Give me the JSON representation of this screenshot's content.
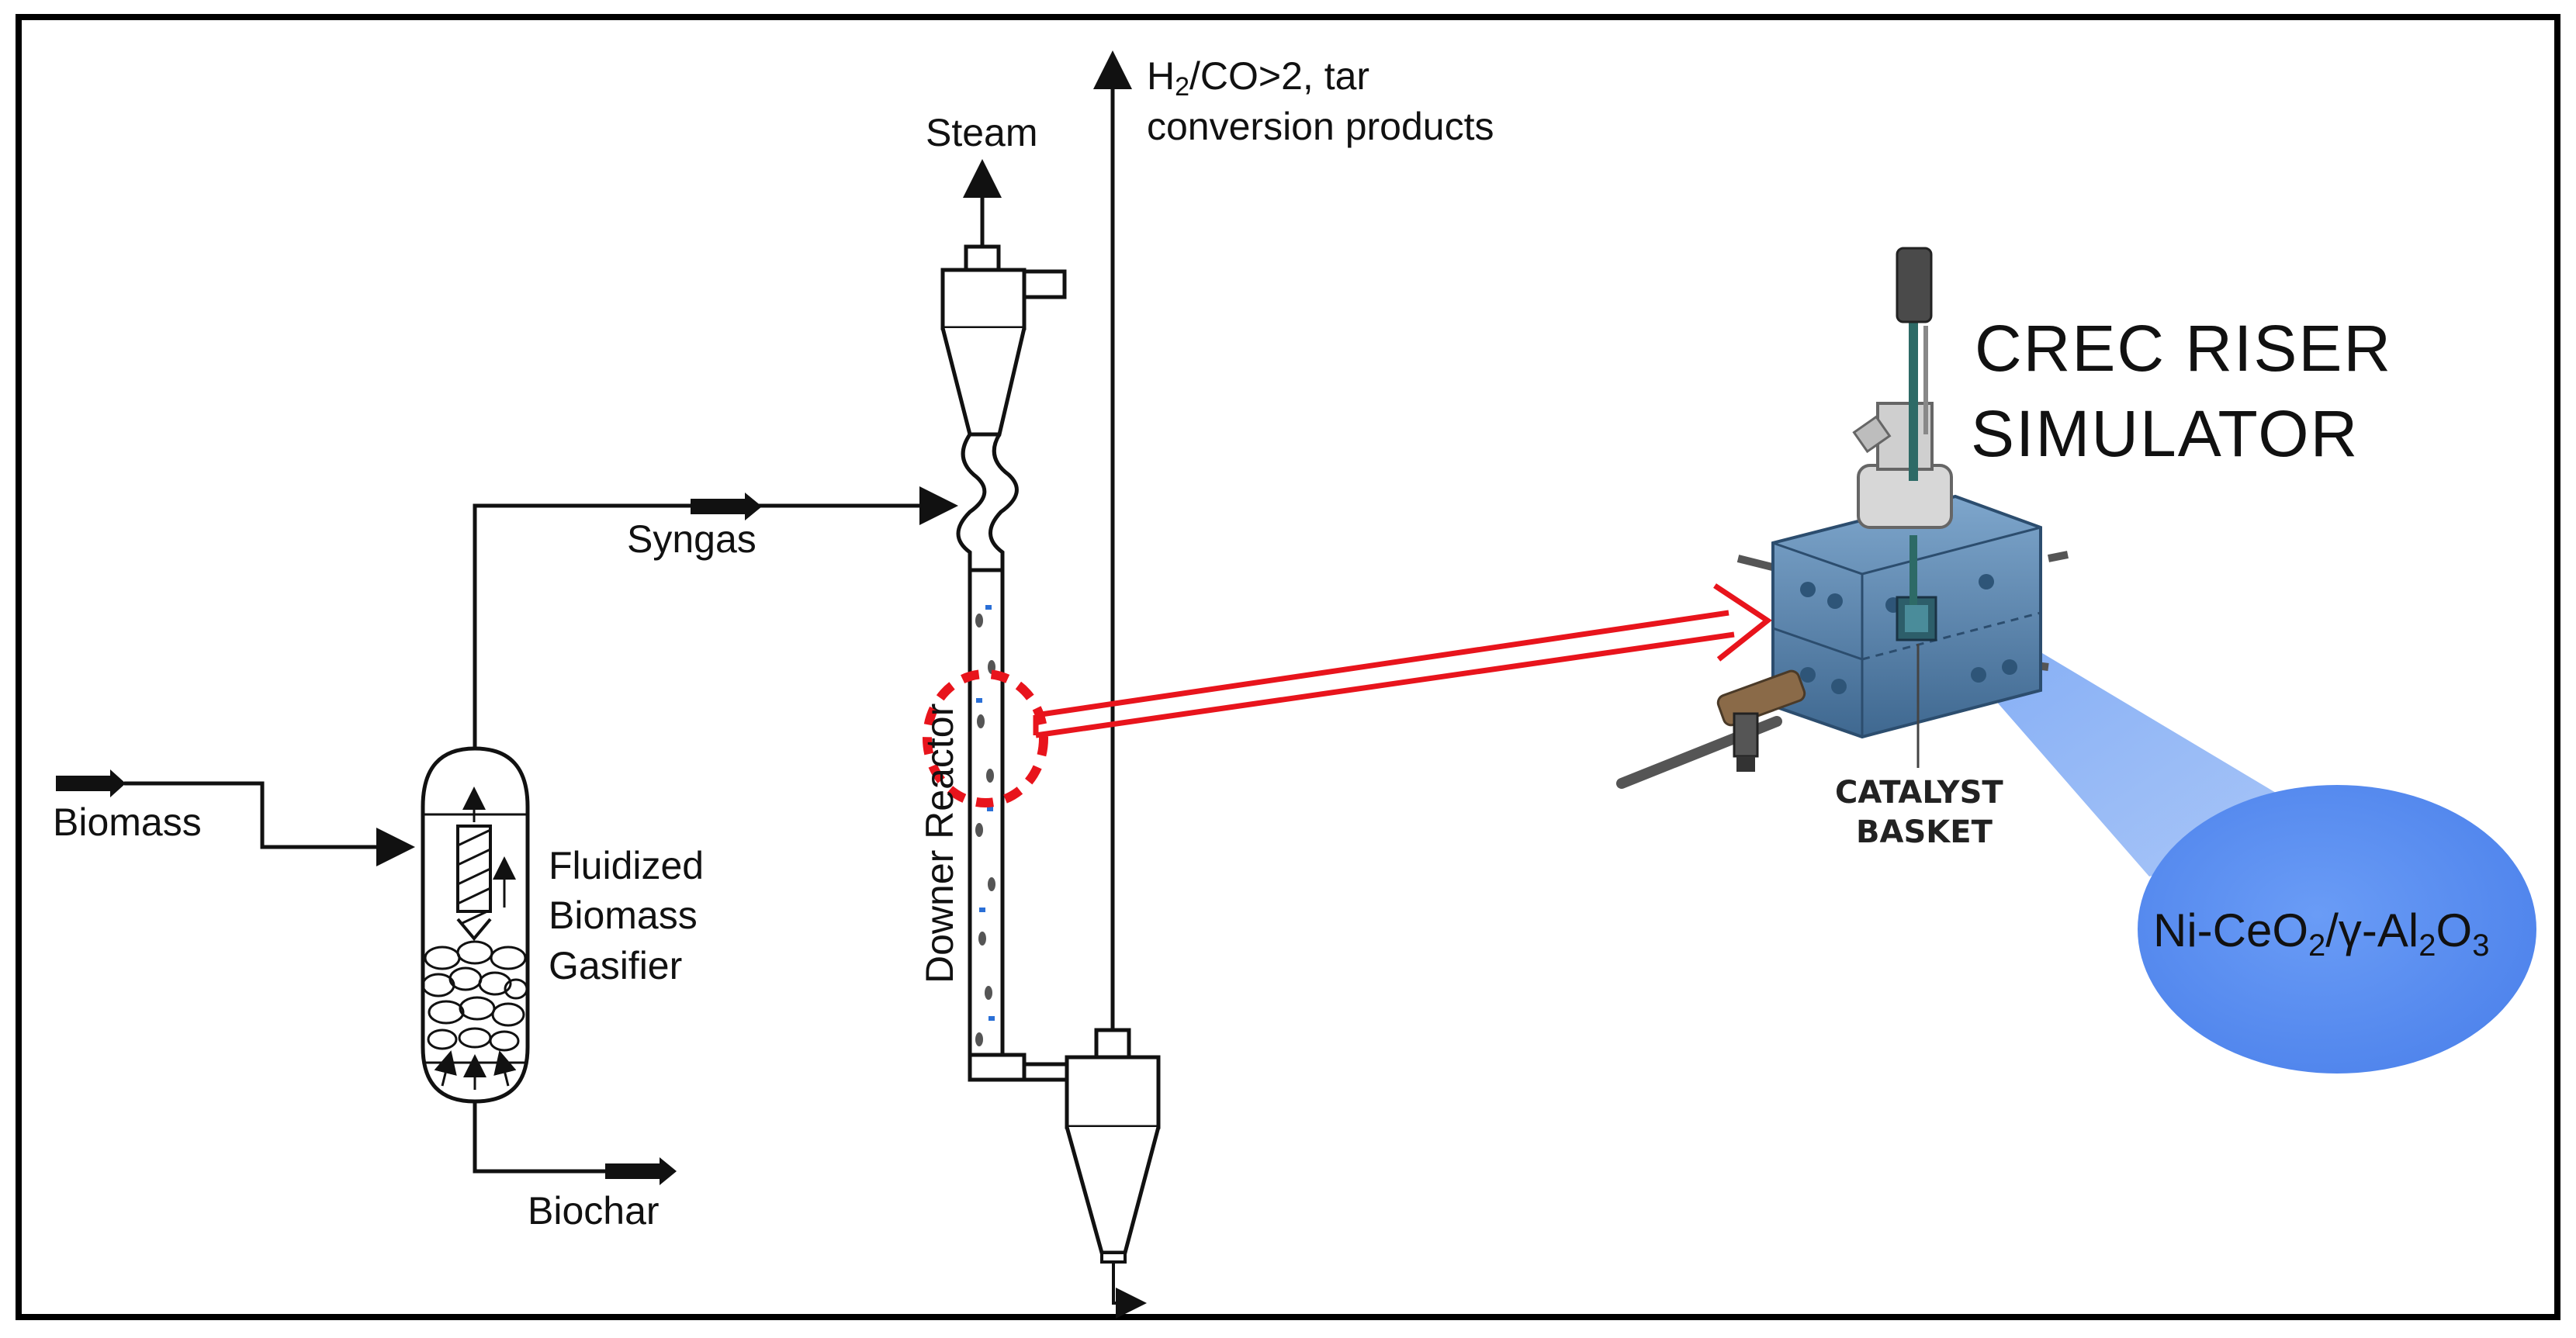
{
  "labels": {
    "steam": "Steam",
    "product_line1_pre": "H",
    "product_line1_sub": "2",
    "product_line1_post": "/CO>2, tar",
    "product_line2": "conversion products",
    "syngas": "Syngas",
    "biomass": "Biomass",
    "gasifier_l1": "Fluidized",
    "gasifier_l2": "Biomass",
    "gasifier_l3": "Gasifier",
    "biochar": "Biochar",
    "downer": "Downer Reactor",
    "crec_l1": "CREC RISER",
    "crec_l2": "SIMULATOR",
    "basket_l1": "CATALYST",
    "basket_l2": "BASKET",
    "cat_a": "Ni-CeO",
    "cat_b": "2",
    "cat_c": "/γ-Al",
    "cat_d": "2",
    "cat_e": "O",
    "cat_f": "3"
  },
  "colors": {
    "red_arrow": "#e8141c",
    "simulator_body": "#5b83a8",
    "catalyst_bubble": "#5a8ef0",
    "light_beam": "#8fb2f2"
  }
}
